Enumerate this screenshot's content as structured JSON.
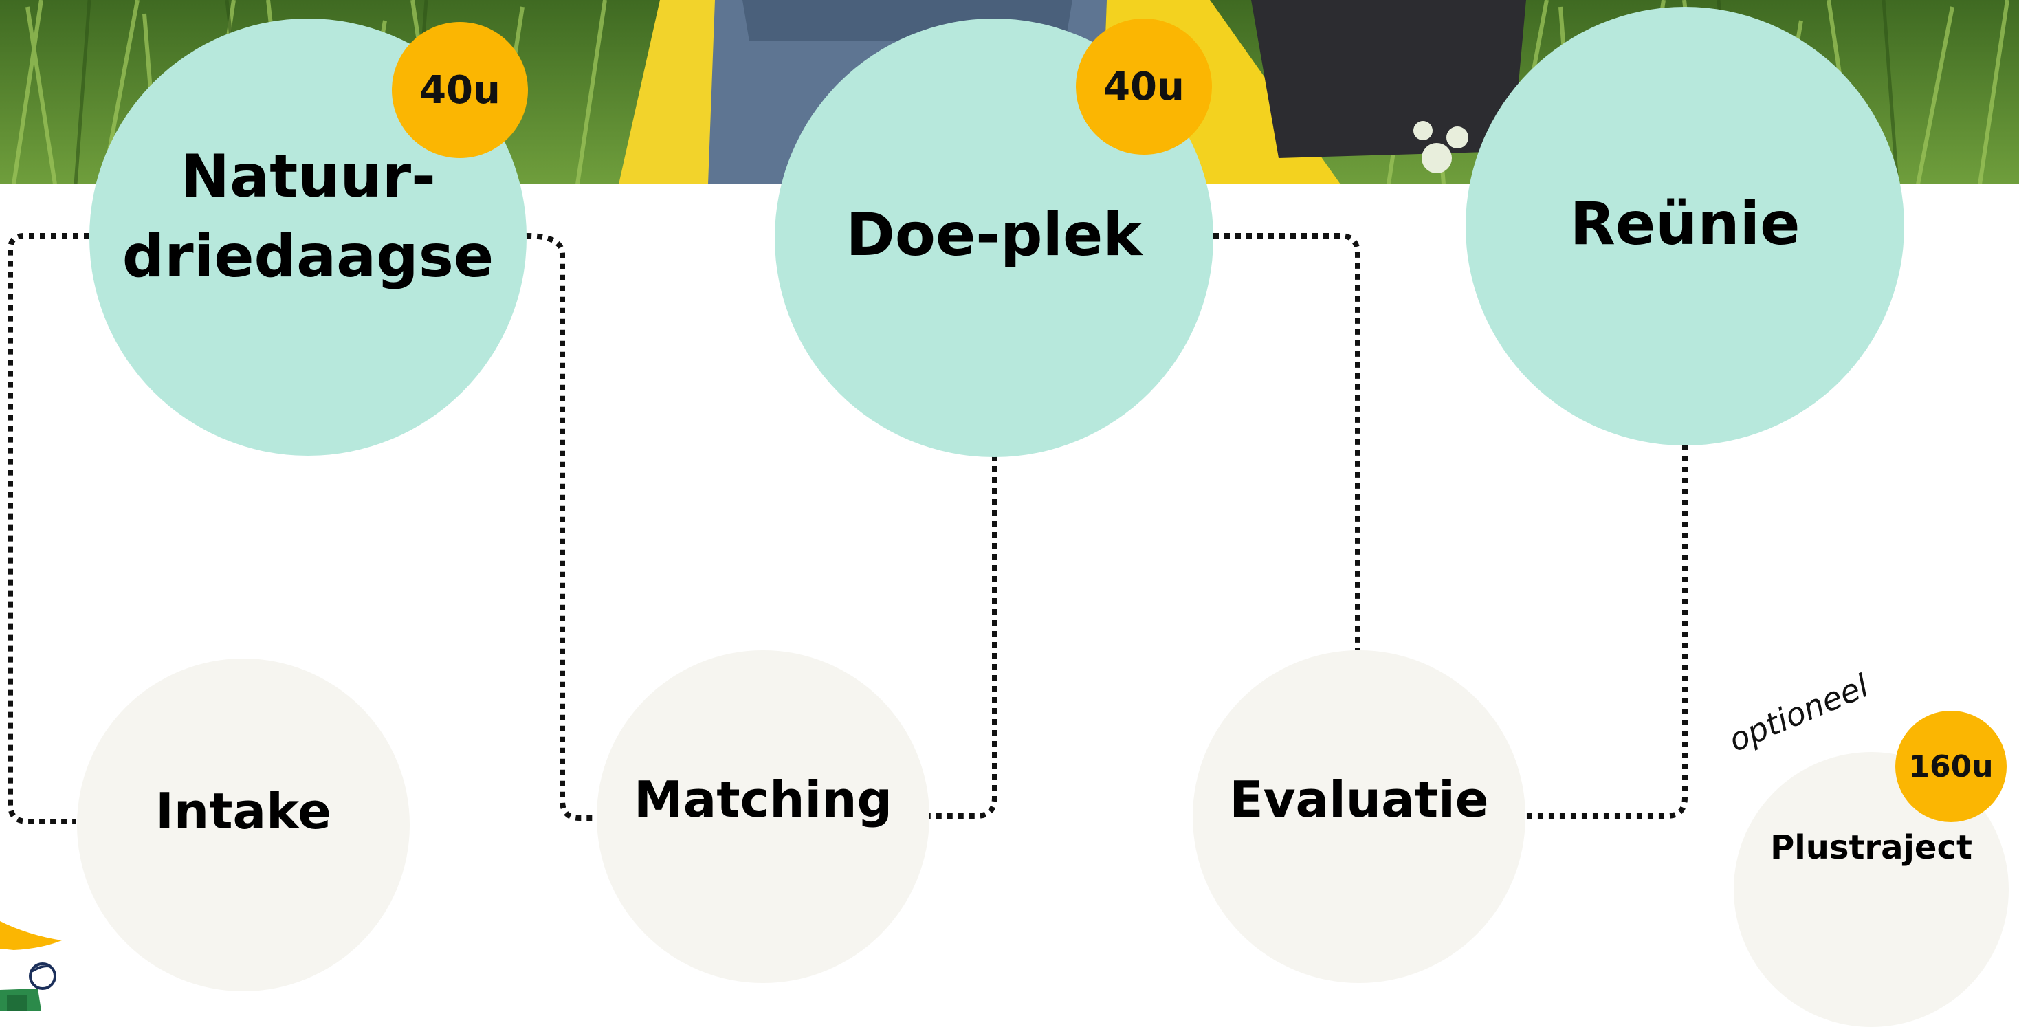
{
  "colors": {
    "main_circle": "#b7e8dc",
    "sub_circle": "#f6f5f0",
    "badge": "#fbb602",
    "connector": "#111111"
  },
  "main_steps": [
    {
      "label_line1": "Natuur-",
      "label_line2": "driedaagse",
      "badge": "40u"
    },
    {
      "label": "Doe-plek",
      "badge": "40u"
    },
    {
      "label": "Reünie"
    }
  ],
  "sub_steps": [
    {
      "label": "Intake"
    },
    {
      "label": "Matching"
    },
    {
      "label": "Evaluatie"
    }
  ],
  "optional_step": {
    "label": "Plustraject",
    "badge": "160u",
    "note": "optioneel"
  },
  "icons": {
    "header_photo": "grass-photo",
    "mascot": "mascot-illustration-icon"
  }
}
